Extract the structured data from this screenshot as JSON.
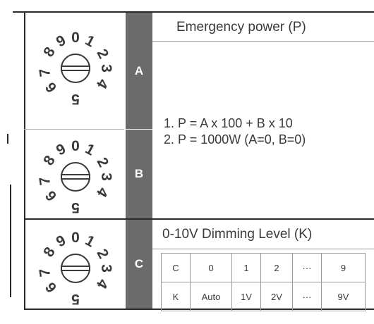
{
  "rows": [
    {
      "switch": "A",
      "dial_digits": [
        "8",
        "9",
        "0",
        "1",
        "2",
        "3",
        "4",
        "5",
        "6",
        "7"
      ]
    },
    {
      "switch": "B",
      "dial_digits": [
        "8",
        "9",
        "0",
        "1",
        "2",
        "3",
        "4",
        "5",
        "6",
        "7"
      ]
    },
    {
      "switch": "C",
      "dial_digits": [
        "8",
        "9",
        "0",
        "1",
        "2",
        "3",
        "4",
        "5",
        "6",
        "7"
      ]
    }
  ],
  "emergency": {
    "title": "Emergency power (P)",
    "formula_1": "1. P = A x 100 + B x 10",
    "formula_2": "2. P = 1000W (A=0, B=0)"
  },
  "dimming": {
    "title": "0-10V Dimming Level (K)",
    "table": [
      [
        "C",
        "0",
        "1",
        "2",
        "···",
        "9"
      ],
      [
        "K",
        "Auto",
        "1V",
        "2V",
        "···",
        "9V"
      ]
    ]
  }
}
